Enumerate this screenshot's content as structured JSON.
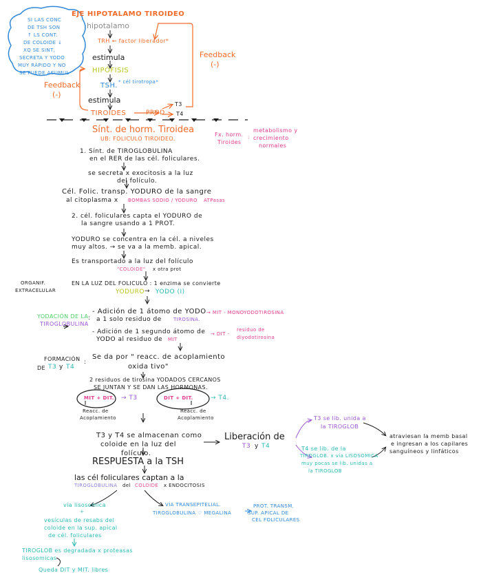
{
  "colors": {
    "orange": "#f26b2a",
    "blue": "#2f87d8",
    "gray": "#8c8c8c",
    "yellowgreen": "#b8c51a",
    "teal": "#29b9b3",
    "magenta": "#e23a8d",
    "purple": "#9a55d4",
    "violet": "#8d7ad8",
    "green": "#4fcf6a",
    "black": "#1a1a1a"
  },
  "cloud_note": [
    "SI LAS CONC",
    "DE TSH SON",
    "↑ LS CONT.",
    "DE COLOIDE ↓",
    "XQ SE SINT,",
    "SECRETA Y YODO",
    "MUY RÁPIDO Y NO",
    "SE PUEDE ACUMUL"
  ],
  "axis": {
    "title": "EJE HIPOTALAMO TIROIDEO",
    "hipotalamo": "hipotalamo",
    "trh": "TRH ← factor liberador*",
    "estimula1": "estimula",
    "hipofisis": "HIPÓFISIS",
    "tsh": "TSH.",
    "tsh_note": "* cél tirotropa*",
    "estimula2": "estimula",
    "tiroides": "TIROIDES",
    "prod": "PROD",
    "t3": "T3",
    "t4": "T4",
    "feedback_right": "Feedback",
    "feedback_right_sign": "(-)",
    "feedback_left": "Feedback",
    "feedback_left_sign": "(-)"
  },
  "synth": {
    "title": "Sínt. de horm. Tiroidea",
    "subtitle": "UB: FOLICULO TIROIDEO.",
    "fx_label": "Fx. horm.",
    "fx_label2": "Tiroides",
    "fx_colon": ":",
    "fx_values": [
      "metabolismo y",
      "crecimiento",
      "normales"
    ],
    "step1a": "1. Sínt. de TIROGLOBULINA",
    "step1b": "en el RER de las cél. foliculares.",
    "step2a": "se secreta x exocitosis a la luz",
    "step2b": "del folículo.",
    "step3a": "Cél. Folic. transp. YODURO de la sangre",
    "step3b_pre": "al citoplasma x",
    "step3b_mid": "BOMBAS SODIO / YODURO",
    "step3b_post": "ATPasas",
    "step4a": "2. cél. foliculares capta el YODURO de",
    "step4b": "la sangre usando a 1 PROT.",
    "step5a": "YODURO se concentra en la cél. a niveles",
    "step5b": "muy altos. → se va a la memb. apical.",
    "step6a": "Es transportado a la luz del folículo",
    "step6b_col": "\"COLOIDE\"",
    "step6b_post": "x otra prot",
    "organif1": "ORGANIF.",
    "organif2": "EXTRACELULAR",
    "step7": "EN LA LUZ DEL FOLICULO : 1 enzima se convierte",
    "yoduro": "YODURO",
    "arrow_yodo": "→",
    "yodo": "YODO (I)",
    "yod_label1": "YODACIÓN DE LA",
    "yod_label2": "TIROGLOBULINA",
    "yod_colon": ":",
    "add1a": "- Adición de 1 átomo de YODO",
    "add1b": "a 1 solo residuo de",
    "tirosina": "TIROSINA.",
    "mit": "→ MIT - MONOYODOTIROSINA",
    "add2a": "- Adición de 1 segundo átomo de",
    "add2b": "YODO al residuo de",
    "mit2": "MIT",
    "dit": "→ DIT -",
    "dit_note1": "residuo de",
    "dit_note2": "diyodotirosina",
    "form1": "FORMACIÓN",
    "form2_pre": "DE",
    "form_t3": "T3",
    "form_y": "y",
    "form_t4": "T4",
    "form_colon": ":",
    "form_text1": "Se da por \" reacc. de acoplamiento",
    "form_text2": "oxida tivo\"",
    "res1": "2 residuos de tirosina YODADOS CERCANOS",
    "res2": "SE JUNTAN Y SE DAN LAS HORMONAS.",
    "circle1": "MIT + DIT.",
    "to_t3": "→ T3",
    "circle2": "DIT + DIT.",
    "to_t4": "→ T4.",
    "reacc1": "Reacc. de",
    "reacc1b": "Acoplamiento",
    "reacc2": "Reacc. de",
    "reacc2b": "Acoplamiento",
    "store1": "T3 y T4 se almacenan como",
    "store2": "coloide en la luz del",
    "store3": "folículo.",
    "liberacion": "Liberación de",
    "lib_t3": "T3",
    "lib_y": "y",
    "lib_t4": "T4",
    "t3_lib1": "T3 se lib. unida a",
    "t3_lib2": "la TIROGLOB",
    "t4_lib1": "T4 se lib. de la",
    "t4_lib2": "TIROGLOB. x vía LISOSOMICA",
    "t4_lib3": "muy pocas se lib. unidas a",
    "t4_lib4": "la TIROGLOB",
    "atrav1": "atraviesan la memb basal",
    "atrav2": "e ingresan a los capilares",
    "atrav3": "sanguíneos y linfáticos",
    "resp": "RESPUESTA a la TSH",
    "capt1": "las cél foliculares captan a la",
    "capt2_a": "TIROGLOBULINA",
    "capt2_b": "del",
    "capt2_c": "COLOIDE",
    "capt2_d": "x ENDOCITOSIS",
    "lis1": "vía lisosomica",
    "lis2": "+",
    "lis3": "vesículas de resabs del",
    "lis4": "coloide en la sup. apical",
    "lis5": "de cél. foliculares",
    "trans1": "VÍA TRANSEPITELIAL.",
    "trans2": "TIROGLOBULINA ♡ MEGALINA",
    "trans3": "PROT. TRANSM.",
    "trans4": "SUP. APICAL DE",
    "trans5": "CEL FOLICULARES",
    "deg1": "TIROGLOB es degradada x proteasas",
    "deg2": "lisosomicas",
    "free": "Queda DIT y MIT. libres"
  }
}
